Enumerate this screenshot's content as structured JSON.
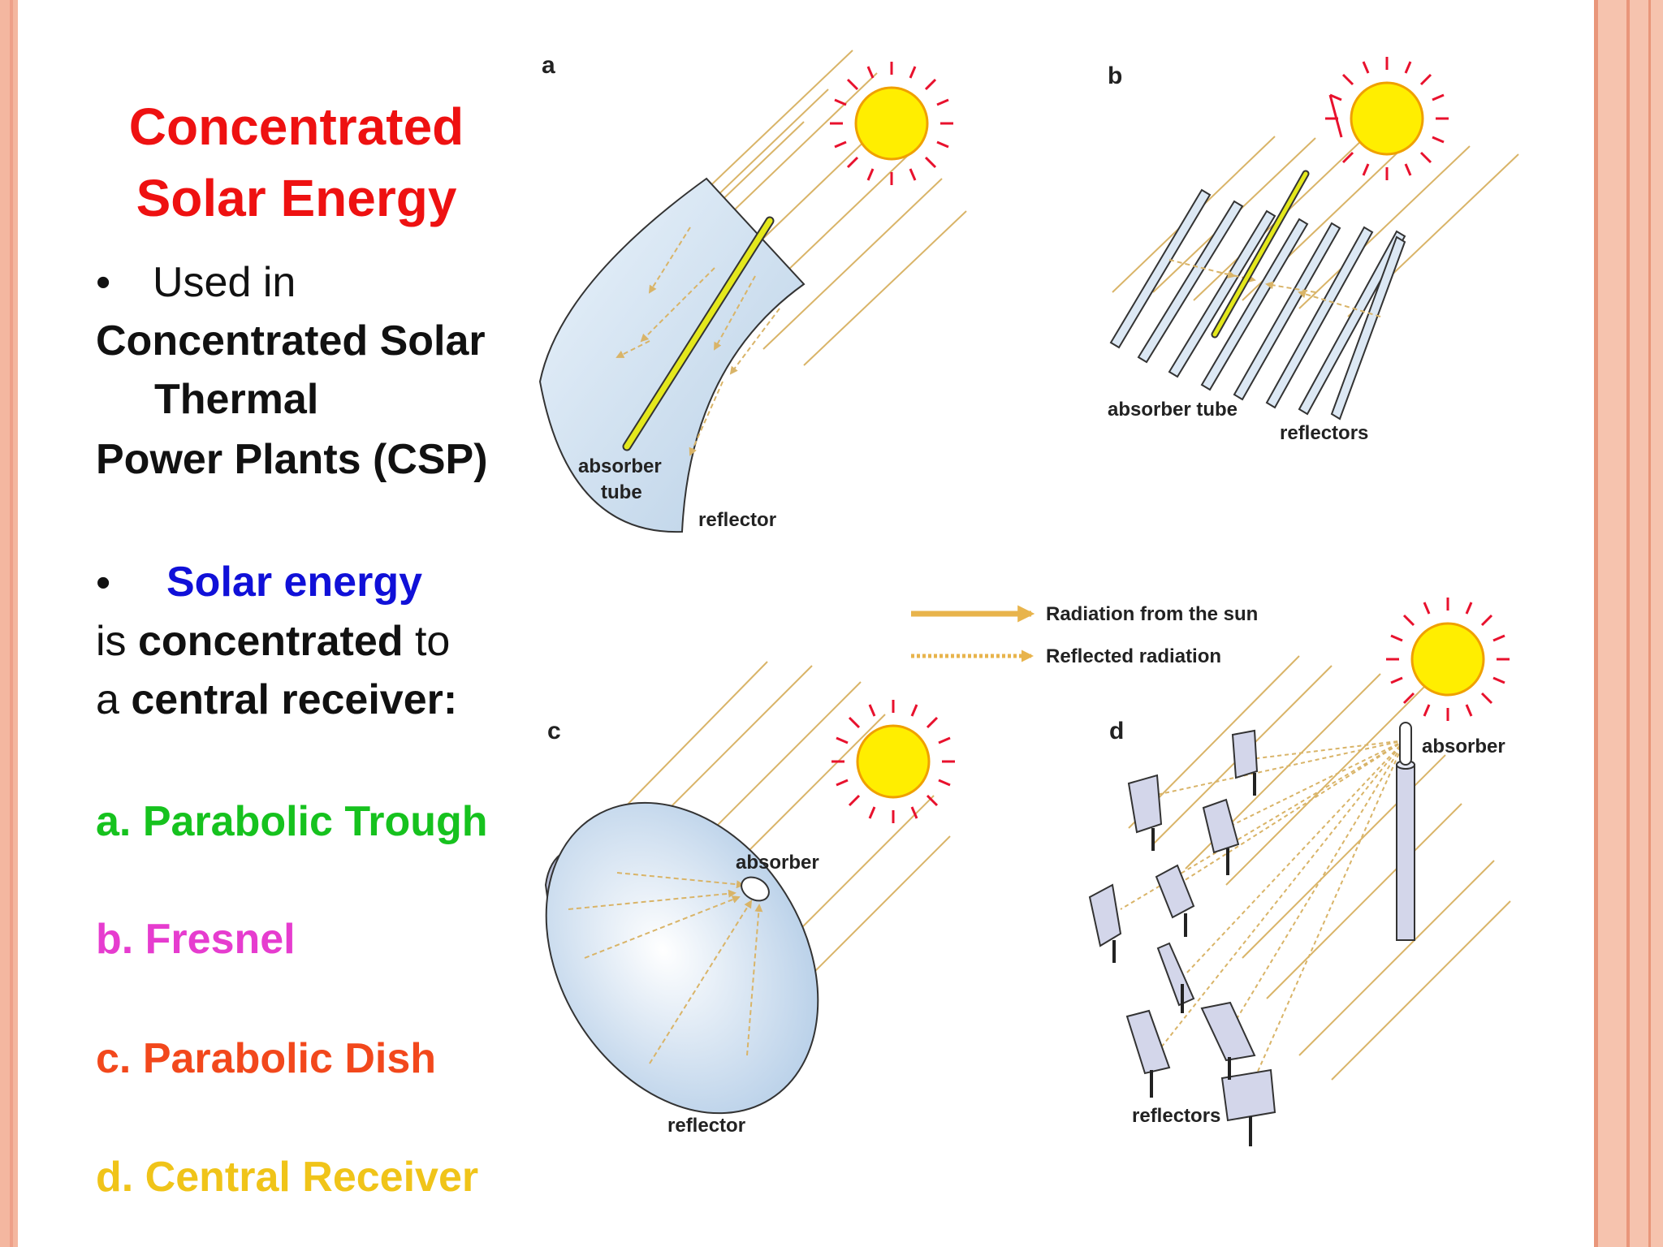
{
  "title": {
    "line1": "Concentrated",
    "line2": "Solar Energy"
  },
  "bullet1": {
    "prefix": "Used in",
    "line1": "Concentrated Solar",
    "line2": "Thermal",
    "line3": "Power Plants (CSP)"
  },
  "bullet2": {
    "lead": "Solar energy",
    "is": "is ",
    "concentrated": "concentrated",
    "to": " to",
    "a": "a ",
    "central_receiver": "central receiver:"
  },
  "types": [
    {
      "label": "a. Parabolic Trough",
      "color": "#16c21e"
    },
    {
      "label": "b. Fresnel",
      "color": "#e63ccf"
    },
    {
      "label": "c. Parabolic Dish",
      "color": "#f2481c"
    },
    {
      "label": "d. Central Receiver",
      "color": "#f0c419"
    }
  ],
  "panels": {
    "a": {
      "letter": "a",
      "absorber": "absorber",
      "tube": "tube",
      "reflector": "reflector"
    },
    "b": {
      "letter": "b",
      "absorber_tube": "absorber tube",
      "reflectors": "reflectors"
    },
    "c": {
      "letter": "c",
      "absorber": "absorber",
      "reflector": "reflector"
    },
    "d": {
      "letter": "d",
      "absorber": "absorber",
      "reflectors": "reflectors"
    }
  },
  "legend": {
    "direct": "Radiation from the sun",
    "reflected": "Reflected radiation"
  },
  "colors": {
    "ray": "#d9b468",
    "sun_fill": "#ffee00",
    "sun_ring": "#f0a000",
    "sun_spike": "#e8112d",
    "tube": "#d9e21e",
    "mirror": "#cfe0f0"
  },
  "icons": [
    "sun-icon",
    "arrow-icon"
  ]
}
